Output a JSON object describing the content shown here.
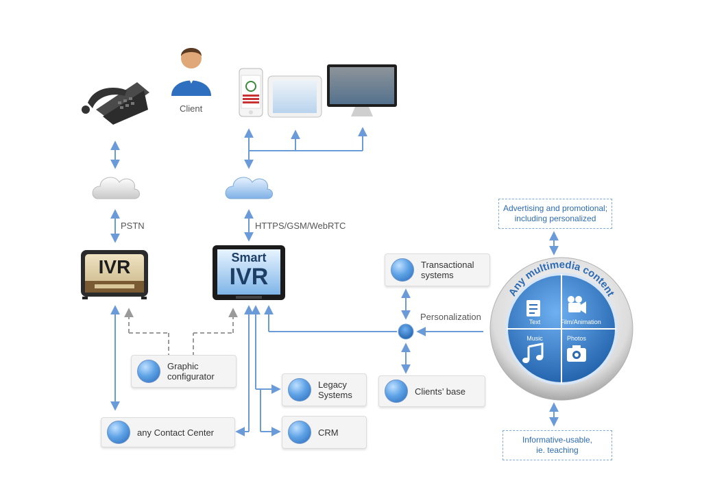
{
  "labels": {
    "client": "Client",
    "pstn": "PSTN",
    "https": "HTTPS/GSM/WebRTC",
    "personalization": "Personalization"
  },
  "devices": {
    "ivr": "IVR",
    "smart_ivr_top": "Smart",
    "smart_ivr_bottom": "IVR"
  },
  "boxes": {
    "transactional": "Transactional\nsystems",
    "graphic_configurator": "Graphic\nconfigurator",
    "legacy": "Legacy\nSystems",
    "clients_base": "Clients’ base",
    "contact_center": "any Contact Center",
    "crm": "CRM"
  },
  "content_types": {
    "advertising": "Advertising and promotional;\nincluding personalized",
    "informative": "Informative-usable,\nie. teaching"
  },
  "multimedia": {
    "ring_title": "Any multimedia content",
    "text": "Text",
    "film": "Film/Animation",
    "music": "Music",
    "photos": "Photos"
  },
  "colors": {
    "arrow": "#6a9ad8",
    "dashed_arrow": "#9a9a9a",
    "accent": "#2c6bb4"
  }
}
